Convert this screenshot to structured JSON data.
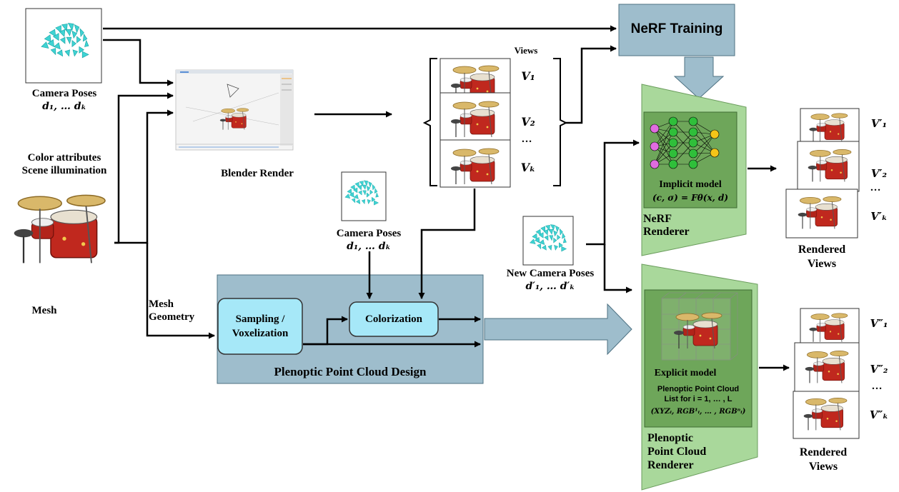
{
  "inputs": {
    "camera_poses_label": "Camera Poses",
    "camera_poses_vars": "d₁, … dₖ",
    "color_attr_label": "Color attributes",
    "scene_illum_label": "Scene illumination",
    "mesh_label": "Mesh",
    "mesh_geometry_line1": "Mesh",
    "mesh_geometry_line2": "Geometry"
  },
  "blender": {
    "label": "Blender Render"
  },
  "views": {
    "title": "Views",
    "labels": [
      "V₁",
      "V₂",
      "…",
      "Vₖ"
    ]
  },
  "nerf_training": {
    "label": "NeRF Training"
  },
  "mid_camera": {
    "label": "Camera Poses",
    "vars": "d₁, … dₖ"
  },
  "new_camera": {
    "label": "New Camera Poses",
    "vars": "d′₁, … d′ₖ"
  },
  "nerf_renderer": {
    "line1": "NeRF",
    "line2": "Renderer",
    "model_label": "Implicit model",
    "model_eq": "(c, σ) = Fθ(x, d)"
  },
  "ppc_design": {
    "title": "Plenoptic Point Cloud Design",
    "sampling_line1": "Sampling /",
    "sampling_line2": "Voxelization",
    "colorization": "Colorization"
  },
  "ppc_renderer": {
    "line1": "Plenoptic",
    "line2": "Point Cloud",
    "line3": "Renderer",
    "model_label": "Explicit model",
    "list_line1": "Plenoptic Point Cloud",
    "list_line2": "List for i = 1, … , L",
    "list_line3": "(XYZᵢ, RGB¹ᵢ, … , RGBⁿᵢ)"
  },
  "outputs_top": {
    "labels": [
      "V′₁",
      "V′₂",
      "…",
      "V′ₖ"
    ],
    "rendered_line1": "Rendered",
    "rendered_line2": "Views"
  },
  "outputs_bottom": {
    "labels": [
      "V″₁",
      "V″₂",
      "…",
      "V″ₖ"
    ],
    "rendered_line1": "Rendered",
    "rendered_line2": "Views"
  },
  "colors": {
    "panel_blue": "#9ebdcc",
    "rounded_box": "#a6e8f8",
    "renderer_green": "#a9d89b",
    "inner_green": "#6ea65a",
    "camera_cyan": "#3fd3d3",
    "drum_red": "#c0281e"
  }
}
